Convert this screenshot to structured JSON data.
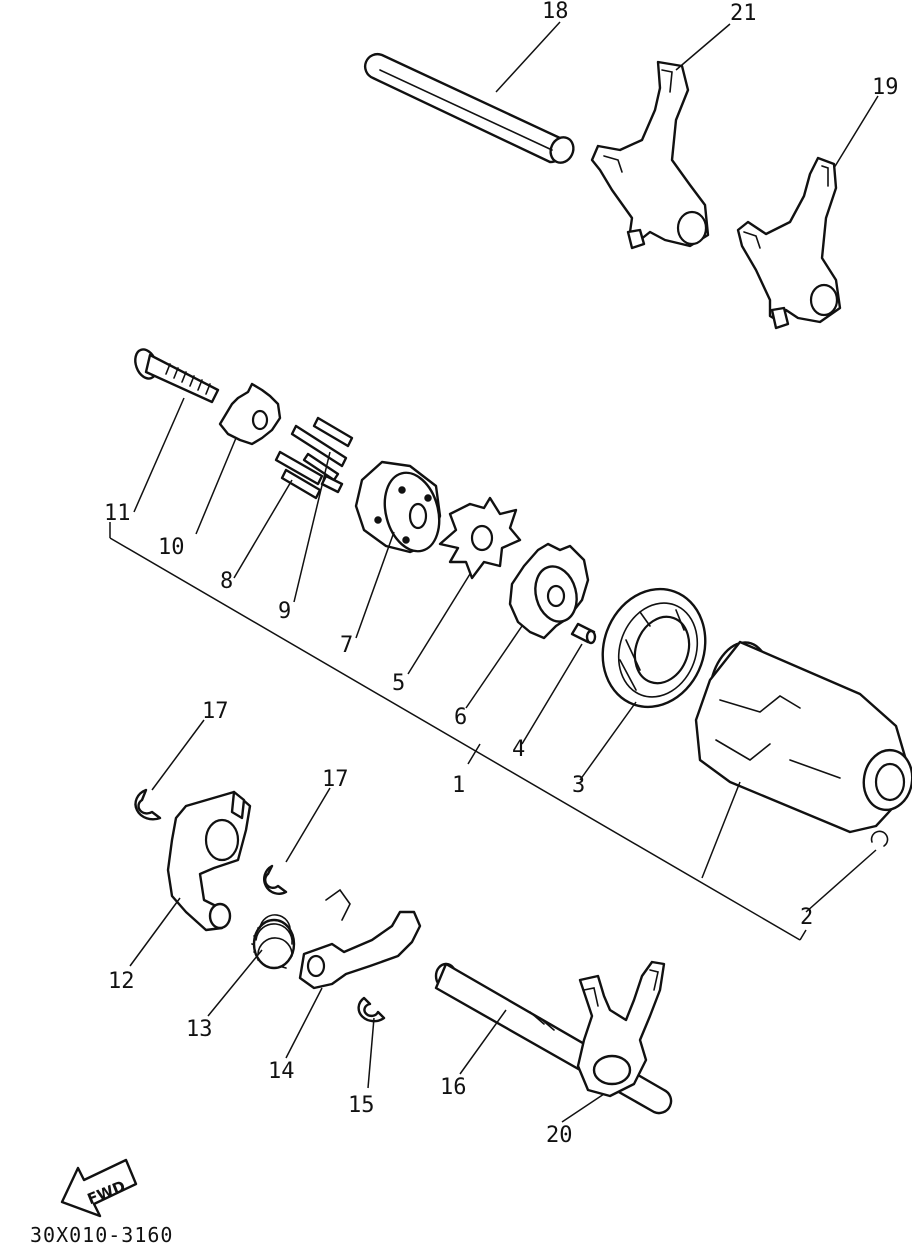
{
  "diagram": {
    "drawing_code": "30X010-3160",
    "direction_label": "FWD",
    "callouts": [
      "1",
      "2",
      "3",
      "4",
      "5",
      "6",
      "7",
      "8",
      "9",
      "10",
      "11",
      "12",
      "13",
      "14",
      "15",
      "16",
      "17",
      "17",
      "18",
      "19",
      "20",
      "21"
    ]
  }
}
